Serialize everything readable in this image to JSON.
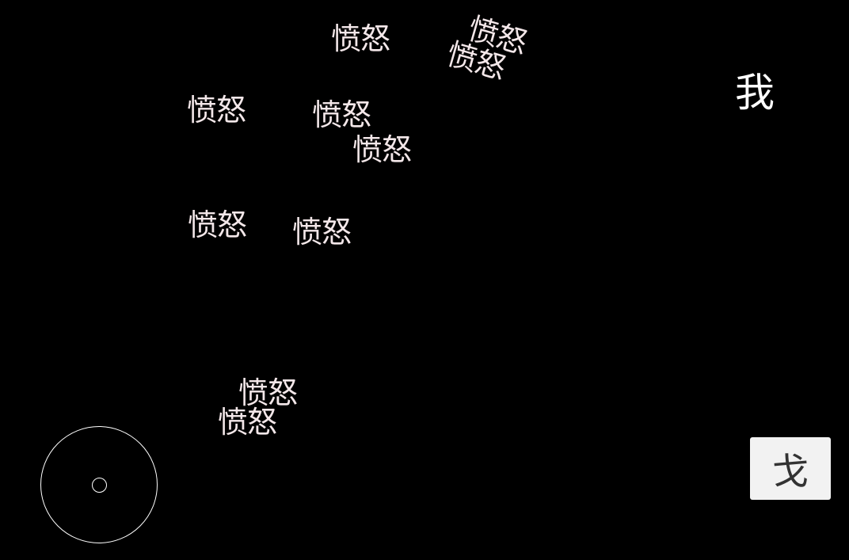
{
  "player": {
    "glyph": "我"
  },
  "enemies": [
    {
      "text": "愤怒"
    },
    {
      "text": "愤怒"
    },
    {
      "text": "愤怒"
    },
    {
      "text": "愤怒"
    },
    {
      "text": "愤怒"
    },
    {
      "text": "愤怒"
    },
    {
      "text": "愤怒"
    },
    {
      "text": "愤怒"
    },
    {
      "text": "愤怒"
    },
    {
      "text": "愤怒"
    }
  ],
  "controls": {
    "attack_label": "戈"
  },
  "colors": {
    "background": "#000000",
    "enemy_text": "#f3e7e9",
    "player_text": "#ffffff",
    "button_bg": "#f2f2f2"
  }
}
